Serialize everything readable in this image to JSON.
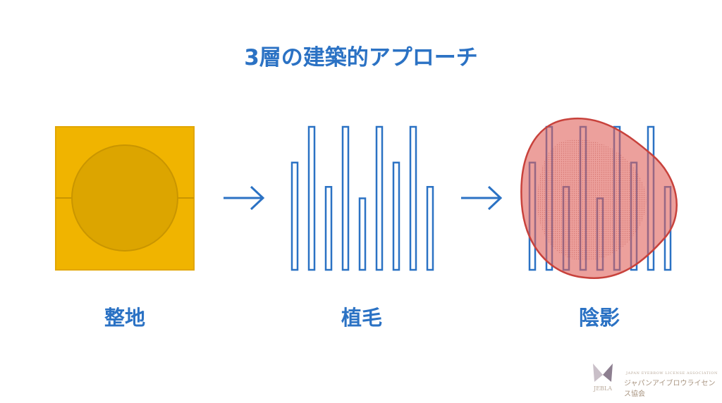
{
  "title": "3層の建築的アプローチ",
  "steps": [
    {
      "label": "整地"
    },
    {
      "label": "植毛"
    },
    {
      "label": "陰影"
    }
  ],
  "bar_heights_relative": [
    0.75,
    1.0,
    0.58,
    1.0,
    0.5,
    1.0,
    0.75,
    1.0,
    0.58
  ],
  "colors": {
    "accent": "#2b72c4",
    "ground": "#f0b400",
    "circle": "#dca500",
    "shadow": "#e0605a"
  },
  "logo": {
    "abbr": "JEBLA",
    "english": "JAPAN EYEBROW LICENSE ASSOCIATION",
    "japanese": "ジャパンアイブロウライセンス協会"
  }
}
